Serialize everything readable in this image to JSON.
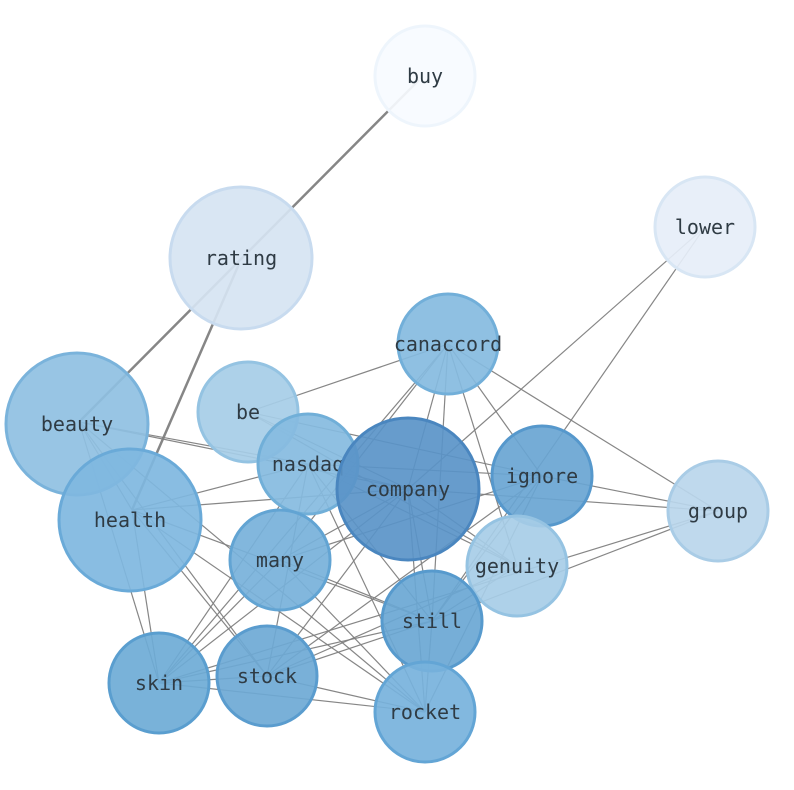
{
  "nodes": [
    {
      "id": "buy",
      "label": "buy",
      "color": "#f7fbff",
      "stroke": "#eef5fc"
    },
    {
      "id": "rating",
      "label": "rating",
      "color": "#d6e4f2",
      "stroke": "#c8dbef"
    },
    {
      "id": "lower",
      "label": "lower",
      "color": "#e6eef8",
      "stroke": "#d8e6f4"
    },
    {
      "id": "canaccord",
      "label": "canaccord",
      "color": "#86bbe0",
      "stroke": "#72afd9"
    },
    {
      "id": "beauty",
      "label": "beauty",
      "color": "#8fc0e2",
      "stroke": "#7ab3db"
    },
    {
      "id": "be",
      "label": "be",
      "color": "#a6cde7",
      "stroke": "#94c3e2"
    },
    {
      "id": "nasdaq",
      "label": "nasdaq",
      "color": "#85bbdf",
      "stroke": "#71afd8"
    },
    {
      "id": "company",
      "label": "company",
      "color": "#5a94c8",
      "stroke": "#4a86bf"
    },
    {
      "id": "ignore",
      "label": "ignore",
      "color": "#69a5d3",
      "stroke": "#5698cc"
    },
    {
      "id": "group",
      "label": "group",
      "color": "#bad6ec",
      "stroke": "#a9cce6"
    },
    {
      "id": "health",
      "label": "health",
      "color": "#7fb7df",
      "stroke": "#6aaad8"
    },
    {
      "id": "many",
      "label": "many",
      "color": "#77b1da",
      "stroke": "#62a4d3"
    },
    {
      "id": "genuity",
      "label": "genuity",
      "color": "#a7cde7",
      "stroke": "#95c3e2"
    },
    {
      "id": "still",
      "label": "still",
      "color": "#6aa7d4",
      "stroke": "#579acd"
    },
    {
      "id": "skin",
      "label": "skin",
      "color": "#6eabd6",
      "stroke": "#5a9ecf"
    },
    {
      "id": "stock",
      "label": "stock",
      "color": "#6ea9d5",
      "stroke": "#5a9cce"
    },
    {
      "id": "rocket",
      "label": "rocket",
      "color": "#77b2dc",
      "stroke": "#63a5d5"
    }
  ],
  "edges": [
    {
      "source": "buy",
      "target": "beauty",
      "weight": 2.5,
      "color": "#808080"
    },
    {
      "source": "rating",
      "target": "health",
      "weight": 2.5,
      "color": "#808080"
    },
    {
      "source": "lower",
      "target": "company",
      "weight": 1.2,
      "color": "#7f7f7f"
    },
    {
      "source": "lower",
      "target": "still",
      "weight": 1.2,
      "color": "#7f7f7f"
    },
    {
      "source": "canaccord",
      "target": "be",
      "weight": 1.2,
      "color": "#7f7f7f"
    },
    {
      "source": "canaccord",
      "target": "company",
      "weight": 1.2,
      "color": "#7f7f7f"
    },
    {
      "source": "canaccord",
      "target": "ignore",
      "weight": 1.2,
      "color": "#7f7f7f"
    },
    {
      "source": "canaccord",
      "target": "group",
      "weight": 1.2,
      "color": "#7f7f7f"
    },
    {
      "source": "canaccord",
      "target": "genuity",
      "weight": 1.2,
      "color": "#7f7f7f"
    },
    {
      "source": "canaccord",
      "target": "still",
      "weight": 1.2,
      "color": "#7f7f7f"
    },
    {
      "source": "canaccord",
      "target": "many",
      "weight": 1.2,
      "color": "#7f7f7f"
    },
    {
      "source": "canaccord",
      "target": "skin",
      "weight": 1.2,
      "color": "#7f7f7f"
    },
    {
      "source": "beauty",
      "target": "nasdaq",
      "weight": 1.2,
      "color": "#7f7f7f"
    },
    {
      "source": "beauty",
      "target": "company",
      "weight": 1.2,
      "color": "#7f7f7f"
    },
    {
      "source": "beauty",
      "target": "skin",
      "weight": 1.2,
      "color": "#7f7f7f"
    },
    {
      "source": "beauty",
      "target": "stock",
      "weight": 1.2,
      "color": "#7f7f7f"
    },
    {
      "source": "beauty",
      "target": "rocket",
      "weight": 1.2,
      "color": "#7f7f7f"
    },
    {
      "source": "beauty",
      "target": "health",
      "weight": 1.2,
      "color": "#7f7f7f"
    },
    {
      "source": "be",
      "target": "company",
      "weight": 1.2,
      "color": "#7f7f7f"
    },
    {
      "source": "be",
      "target": "ignore",
      "weight": 1.2,
      "color": "#7f7f7f"
    },
    {
      "source": "be",
      "target": "genuity",
      "weight": 1.2,
      "color": "#7f7f7f"
    },
    {
      "source": "nasdaq",
      "target": "health",
      "weight": 1.2,
      "color": "#7f7f7f"
    },
    {
      "source": "nasdaq",
      "target": "company",
      "weight": 1.2,
      "color": "#7f7f7f"
    },
    {
      "source": "nasdaq",
      "target": "ignore",
      "weight": 1.2,
      "color": "#7f7f7f"
    },
    {
      "source": "nasdaq",
      "target": "genuity",
      "weight": 1.2,
      "color": "#7f7f7f"
    },
    {
      "source": "nasdaq",
      "target": "still",
      "weight": 1.2,
      "color": "#7f7f7f"
    },
    {
      "source": "nasdaq",
      "target": "stock",
      "weight": 1.2,
      "color": "#7f7f7f"
    },
    {
      "source": "nasdaq",
      "target": "skin",
      "weight": 1.2,
      "color": "#7f7f7f"
    },
    {
      "source": "nasdaq",
      "target": "rocket",
      "weight": 1.2,
      "color": "#7f7f7f"
    },
    {
      "source": "company",
      "target": "group",
      "weight": 1.2,
      "color": "#7f7f7f"
    },
    {
      "source": "company",
      "target": "health",
      "weight": 1.2,
      "color": "#7f7f7f"
    },
    {
      "source": "company",
      "target": "many",
      "weight": 1.2,
      "color": "#7f7f7f"
    },
    {
      "source": "company",
      "target": "still",
      "weight": 1.2,
      "color": "#7f7f7f"
    },
    {
      "source": "company",
      "target": "skin",
      "weight": 1.2,
      "color": "#7f7f7f"
    },
    {
      "source": "company",
      "target": "stock",
      "weight": 1.2,
      "color": "#7f7f7f"
    },
    {
      "source": "company",
      "target": "rocket",
      "weight": 1.2,
      "color": "#7f7f7f"
    },
    {
      "source": "company",
      "target": "genuity",
      "weight": 1.2,
      "color": "#7f7f7f"
    },
    {
      "source": "ignore",
      "target": "many",
      "weight": 1.2,
      "color": "#7f7f7f"
    },
    {
      "source": "ignore",
      "target": "still",
      "weight": 1.2,
      "color": "#7f7f7f"
    },
    {
      "source": "ignore",
      "target": "stock",
      "weight": 1.2,
      "color": "#7f7f7f"
    },
    {
      "source": "ignore",
      "target": "rocket",
      "weight": 1.2,
      "color": "#7f7f7f"
    },
    {
      "source": "ignore",
      "target": "group",
      "weight": 1.2,
      "color": "#7f7f7f"
    },
    {
      "source": "group",
      "target": "still",
      "weight": 1.2,
      "color": "#7f7f7f"
    },
    {
      "source": "group",
      "target": "skin",
      "weight": 1.2,
      "color": "#7f7f7f"
    },
    {
      "source": "health",
      "target": "stock",
      "weight": 1.2,
      "color": "#7f7f7f"
    },
    {
      "source": "health",
      "target": "rocket",
      "weight": 1.2,
      "color": "#7f7f7f"
    },
    {
      "source": "health",
      "target": "still",
      "weight": 1.2,
      "color": "#7f7f7f"
    },
    {
      "source": "health",
      "target": "skin",
      "weight": 1.2,
      "color": "#7f7f7f"
    },
    {
      "source": "many",
      "target": "still",
      "weight": 1.2,
      "color": "#7f7f7f"
    },
    {
      "source": "many",
      "target": "rocket",
      "weight": 1.2,
      "color": "#7f7f7f"
    },
    {
      "source": "many",
      "target": "skin",
      "weight": 1.2,
      "color": "#7f7f7f"
    },
    {
      "source": "genuity",
      "target": "still",
      "weight": 1.2,
      "color": "#7f7f7f"
    },
    {
      "source": "genuity",
      "target": "stock",
      "weight": 1.2,
      "color": "#7f7f7f"
    },
    {
      "source": "still",
      "target": "skin",
      "weight": 1.2,
      "color": "#7f7f7f"
    },
    {
      "source": "still",
      "target": "stock",
      "weight": 1.2,
      "color": "#7f7f7f"
    },
    {
      "source": "still",
      "target": "rocket",
      "weight": 1.2,
      "color": "#7f7f7f"
    },
    {
      "source": "skin",
      "target": "stock",
      "weight": 1.2,
      "color": "#7f7f7f"
    },
    {
      "source": "skin",
      "target": "rocket",
      "weight": 1.2,
      "color": "#7f7f7f"
    },
    {
      "source": "stock",
      "target": "rocket",
      "weight": 1.2,
      "color": "#7f7f7f"
    }
  ]
}
